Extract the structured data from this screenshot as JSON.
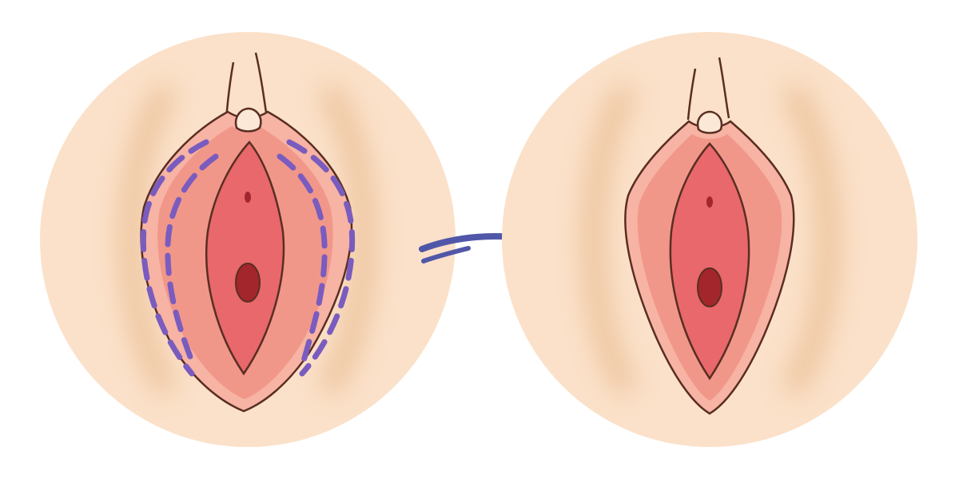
{
  "colors": {
    "background": "#ffffff",
    "skin_circle": "#fbe1c9",
    "skin_shadow": "#e6b687",
    "outer_tissue": "#f1978a",
    "outer_tissue_rim": "#f7b3a3",
    "inner_tissue": "#e8686b",
    "opening": "#a2262c",
    "outline": "#5a2e22",
    "hood": "#fce8d6",
    "incision_marks": "#7a5cbf",
    "arrow": "#5157a8"
  },
  "icons": {
    "transition": "arrow-right-icon"
  },
  "panels": [
    {
      "state": "before",
      "incision_lines": "dashed"
    },
    {
      "state": "after",
      "incision_lines": "none"
    }
  ]
}
